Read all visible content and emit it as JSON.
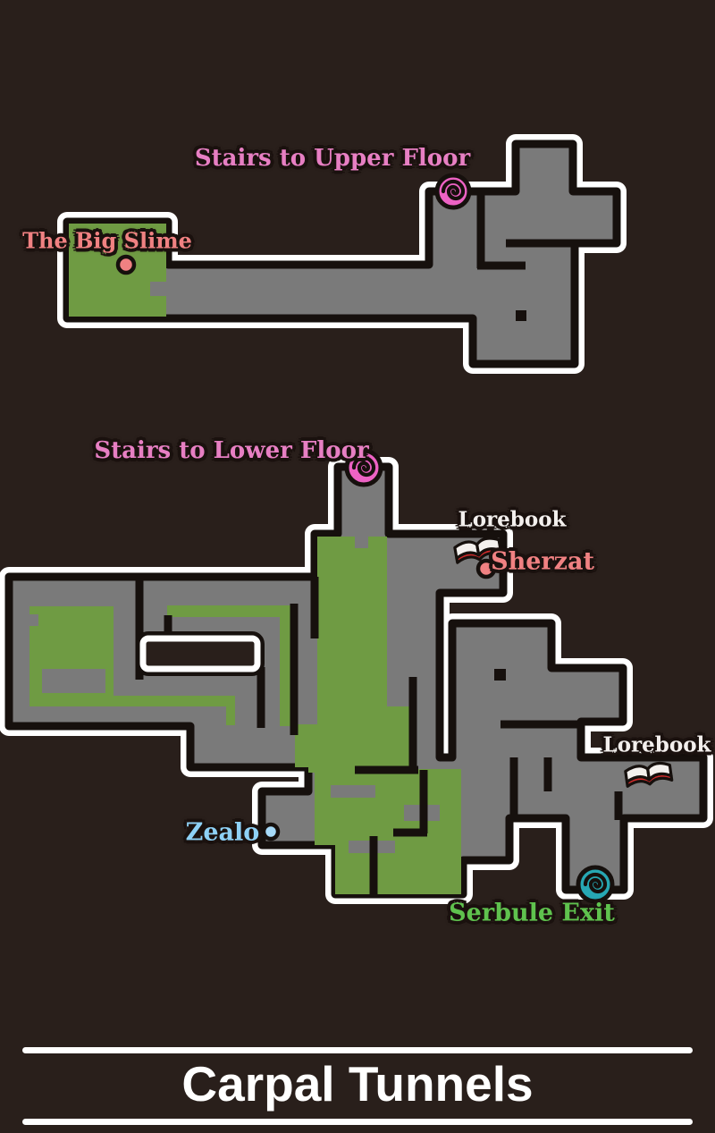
{
  "title": "Carpal Tunnels",
  "labels": {
    "stairs_upper": "Stairs to Upper Floor",
    "big_slime": "The Big Slime",
    "stairs_lower": "Stairs to Lower Floor",
    "lorebook_1": "Lorebook",
    "sherzat": "Sherzat",
    "zealo": "Zealo",
    "lorebook_2": "Lorebook",
    "serbule_exit": "Serbule Exit"
  },
  "markers": [
    {
      "name": "stairs-to-upper-floor",
      "type": "stairs-portal-spiral",
      "floor": "upper-map",
      "color": "#ed62c4"
    },
    {
      "name": "the-big-slime",
      "type": "npc-dot",
      "floor": "upper-map",
      "color": "#f08182"
    },
    {
      "name": "stairs-to-lower-floor",
      "type": "stairs-portal-spiral",
      "floor": "lower-map",
      "color": "#ed62c4"
    },
    {
      "name": "lorebook-north",
      "type": "lorebook-icon",
      "floor": "lower-map",
      "color": "#f4f1ee"
    },
    {
      "name": "sherzat",
      "type": "npc-dot",
      "floor": "lower-map",
      "color": "#f08182"
    },
    {
      "name": "zealo",
      "type": "npc-dot",
      "floor": "lower-map",
      "color": "#a7daf8"
    },
    {
      "name": "lorebook-east",
      "type": "lorebook-icon",
      "floor": "lower-map",
      "color": "#f4f1ee"
    },
    {
      "name": "serbule-exit",
      "type": "exit-portal-spiral",
      "floor": "lower-map",
      "color": "#27a7b3"
    }
  ],
  "colors": {
    "background": "#291f1b",
    "floor_gray": "#7a7a7a",
    "floor_green": "#6f9b43",
    "wall_black": "#16100d",
    "outline_white": "#ffffff",
    "label_pink": "#e77fc3",
    "label_salmon": "#f08182",
    "label_blue": "#8ed1f6",
    "label_green": "#5fc24e",
    "label_white": "#f3efed",
    "portal_pink": "#ed62c4",
    "portal_teal": "#27a7b3",
    "book_red": "#cf2b2b"
  }
}
